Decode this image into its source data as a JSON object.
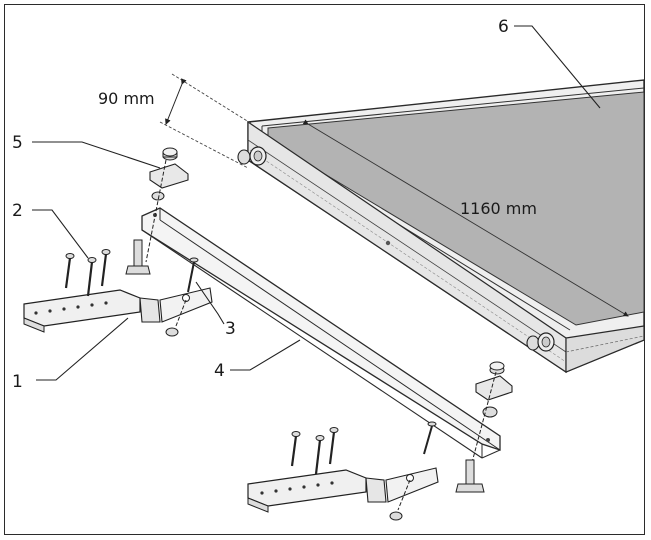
{
  "callouts": {
    "c1": "1",
    "c2": "2",
    "c3": "3",
    "c4": "4",
    "c5": "5",
    "c6": "6"
  },
  "dimensions": {
    "depth": "90 mm",
    "length": "1160 mm"
  },
  "colors": {
    "panel_glass": "#b3b3b3",
    "frame_metal": "#eeeeee",
    "line": "#2a2a2a"
  }
}
